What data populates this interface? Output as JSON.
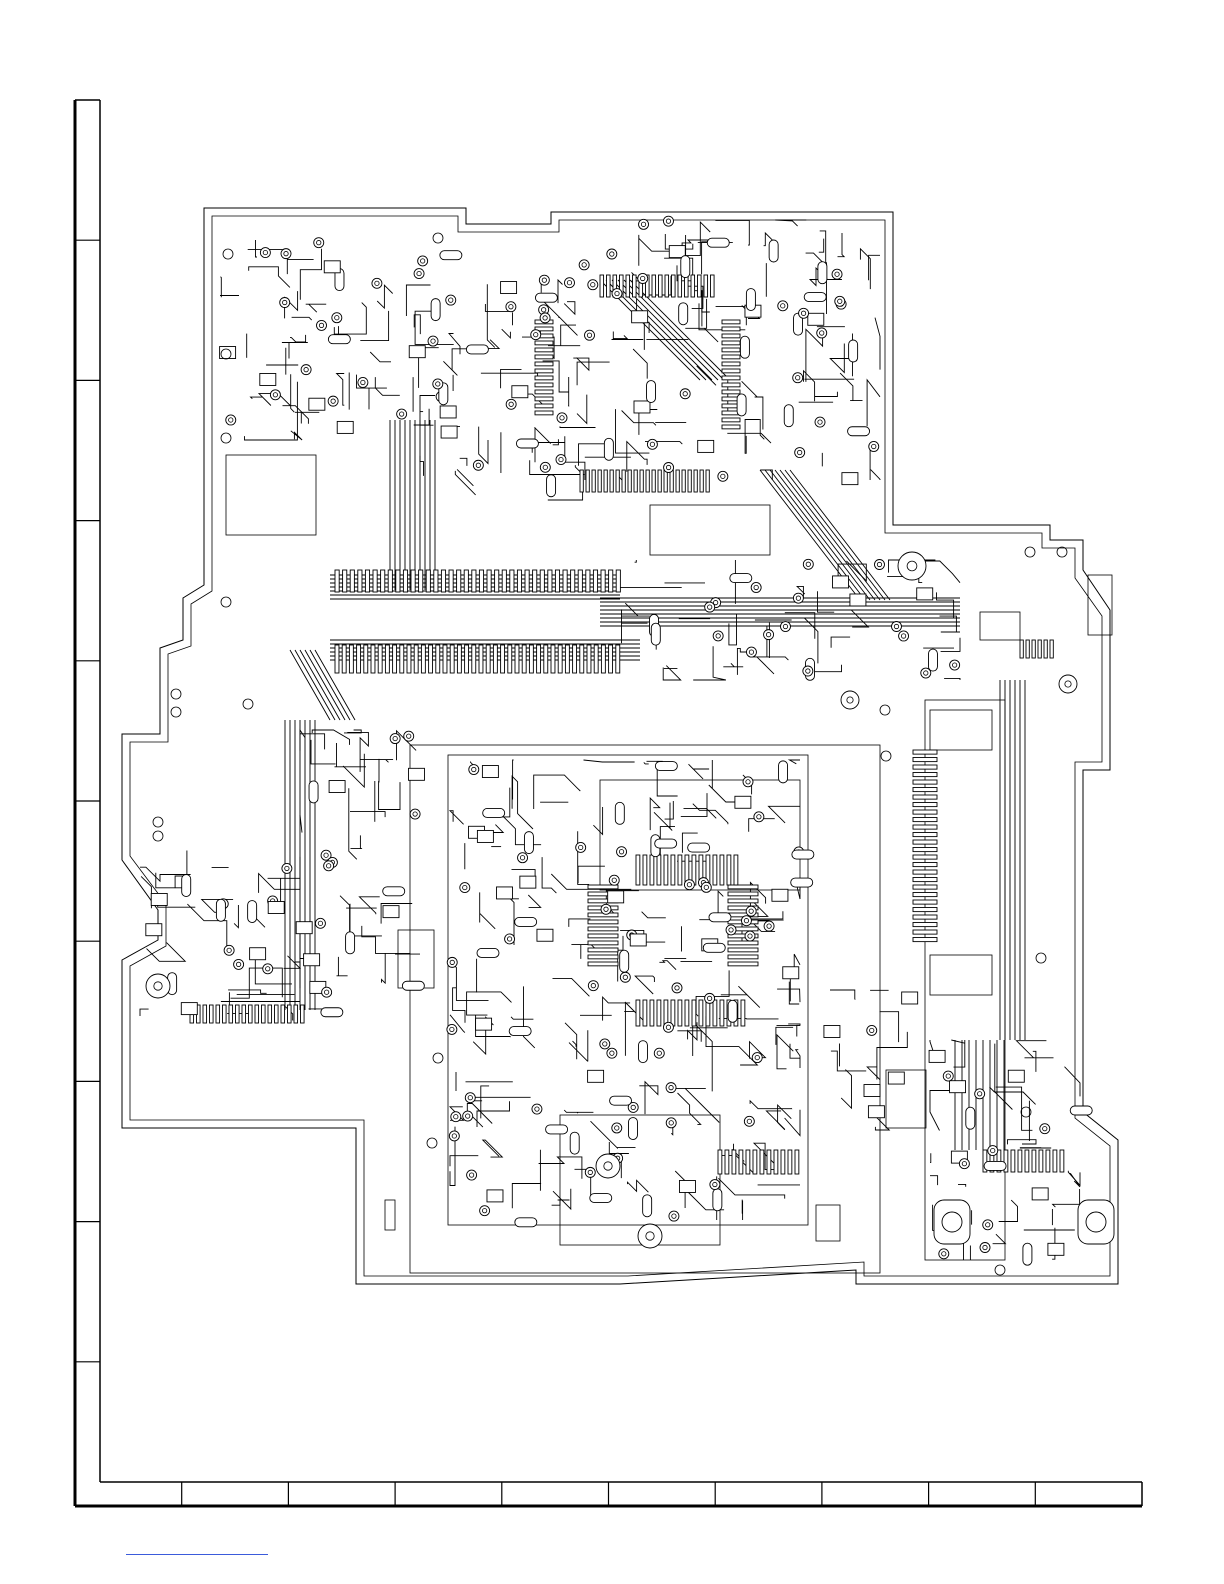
{
  "page": {
    "title": "",
    "footer_link": ""
  },
  "frame": {
    "row_zones": 10,
    "column_zones": 10
  },
  "board": {
    "style": "pcb-copper-trace-layout",
    "line_color": "#000000",
    "background_color": "#ffffff"
  },
  "colors": {
    "footer_link": "#3b5bdb"
  }
}
